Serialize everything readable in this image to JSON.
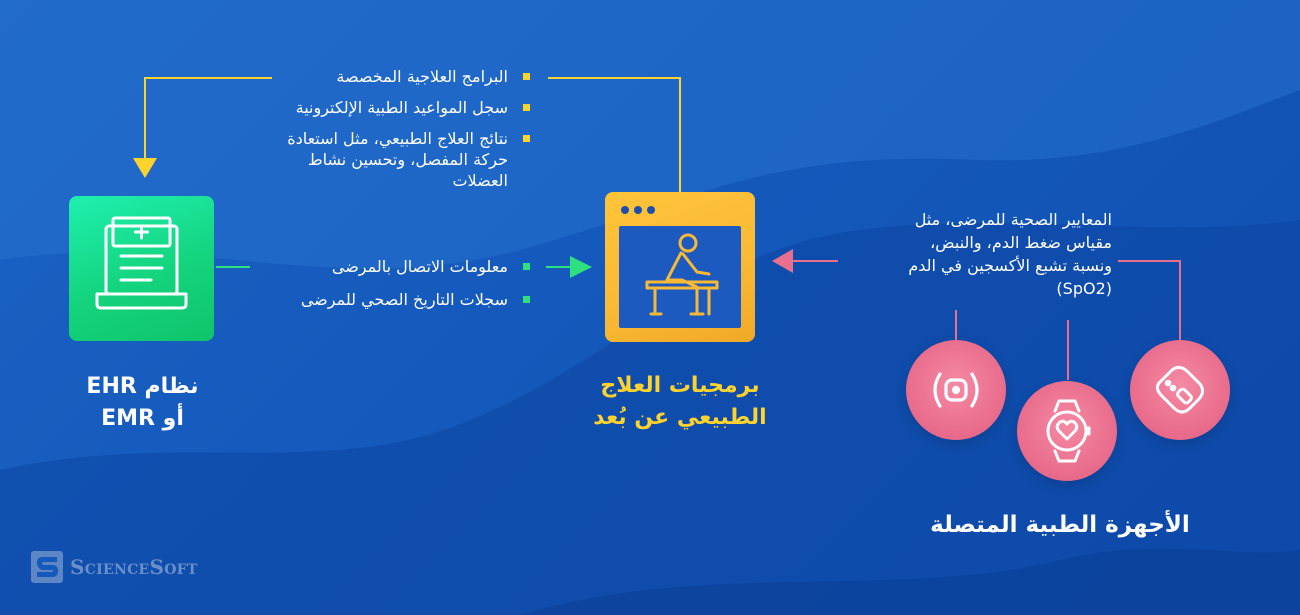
{
  "ehr": {
    "title_line1": "نظام EHR",
    "title_line2": "أو EMR"
  },
  "telerehab": {
    "title_line1": "برمجيات العلاج",
    "title_line2": "الطبيعي عن بُعد"
  },
  "devices": {
    "title": "الأجهزة الطبية المتصلة",
    "description": [
      "المعايير الصحية للمرضى، مثل",
      "مقياس ضغط الدم، والنبض،",
      "ونسبة تشبع الأكسجين في الدم",
      "(SpO2)"
    ]
  },
  "top_list": [
    {
      "lines": [
        "البرامج العلاجية المخصصة"
      ]
    },
    {
      "lines": [
        "سجل المواعيد الطبية الإلكترونية"
      ]
    },
    {
      "lines": [
        "نتائج العلاج الطبيعي، مثل استعادة",
        "حركة المفصل، وتحسين نشاط",
        "العضلات"
      ]
    }
  ],
  "middle_list": [
    {
      "label": "معلومات الاتصال بالمرضى"
    },
    {
      "label": "سجلات التاريخ الصحي للمرضى"
    }
  ],
  "logo": {
    "text": "ScienceSoft"
  },
  "colors": {
    "yellow": "#ffd32d",
    "green": "#2fe07e",
    "pink": "#e8708e",
    "orange": "#f9b934"
  },
  "icons": {
    "ehr": "laptop-medical-record-icon",
    "telerehab": "exercise-bike-window-icon",
    "device1": "pressure-sensor-icon",
    "device2": "smartwatch-heart-icon",
    "device3": "wristband-icon"
  }
}
